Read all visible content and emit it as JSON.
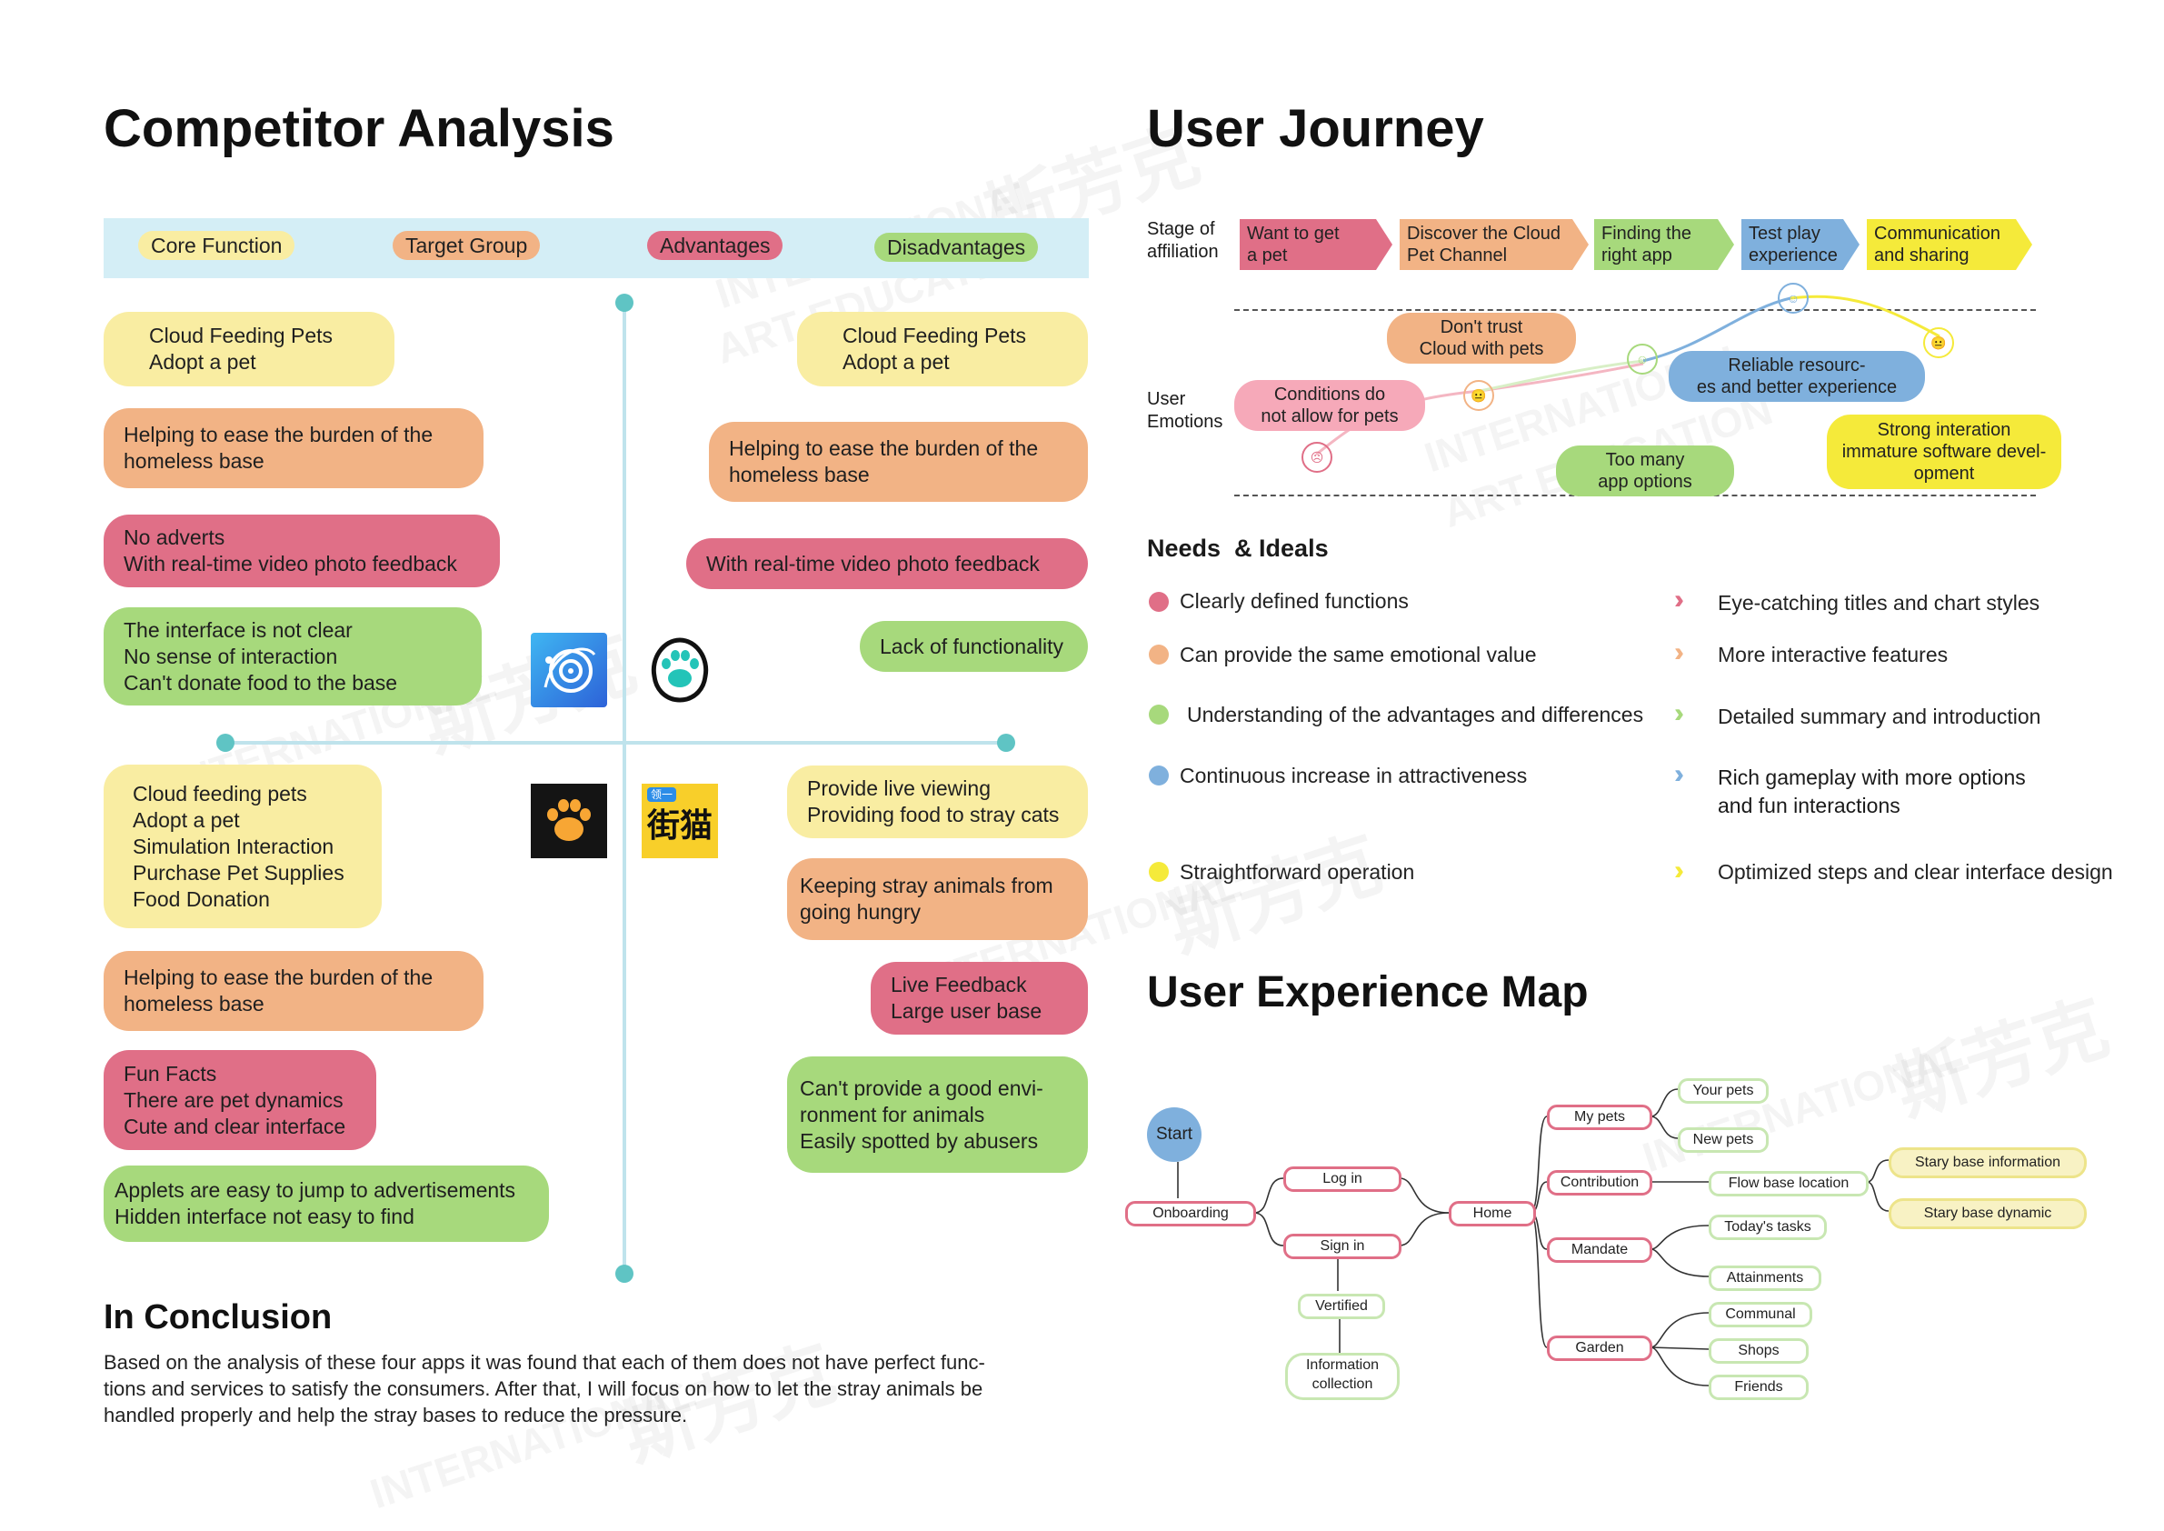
{
  "competitor": {
    "title": "Competitor Analysis",
    "header_tags": [
      "Core Function",
      "Target Group",
      "Advantages",
      "Disadvantages"
    ],
    "q1": [
      [
        "Cloud Feeding Pets",
        "Adopt a pet"
      ],
      [
        "Helping to ease the burden of the",
        "homeless base"
      ],
      [
        "No adverts",
        "With real-time video photo feedback"
      ],
      [
        "The interface is not clear",
        "No sense of interaction",
        "Can't donate food to the base"
      ]
    ],
    "q2": [
      [
        "Cloud Feeding Pets",
        "Adopt a pet"
      ],
      [
        "Helping to ease the burden of the",
        "homeless base"
      ],
      [
        "With real-time video photo feedback"
      ],
      [
        "Lack of functionality"
      ]
    ],
    "q3": [
      [
        "Cloud feeding pets",
        "Adopt a pet",
        "Simulation Interaction",
        "Purchase Pet Supplies",
        "Food Donation"
      ],
      [
        "Helping to ease the burden of the",
        "homeless base"
      ],
      [
        "Fun Facts",
        "There are pet dynamics",
        "Cute and clear interface"
      ],
      [
        "Applets are easy to jump to advertisements",
        "Hidden interface not easy to find"
      ]
    ],
    "q4": [
      [
        "Provide live viewing",
        "Providing food to stray cats"
      ],
      [
        "Keeping stray animals from",
        "going hungry"
      ],
      [
        "Live Feedback",
        "Large user base"
      ],
      [
        "Can't provide a good envi-",
        "ronment for animals",
        "Easily spotted by abusers"
      ]
    ],
    "app_logo_text": "街猫",
    "app_logo_badge": "领一"
  },
  "conclusion": {
    "title": "In Conclusion",
    "lines": [
      "Based on the analysis of these four apps it was found that each of them does not have perfect func-",
      "tions and services to satisfy the consumers. After that, I will focus on how to let the stray animals be",
      "handled properly and help the stray bases to reduce the pressure."
    ]
  },
  "journey": {
    "title": "User Journey",
    "stage_label": [
      "Stage of",
      "affiliation"
    ],
    "stages": [
      [
        "Want to get",
        "a pet"
      ],
      [
        "Discover the Cloud",
        "Pet Channel"
      ],
      [
        "Finding the",
        "right app"
      ],
      [
        "Test play",
        "experience"
      ],
      [
        "Communication",
        "and sharing"
      ]
    ],
    "stage_colors": [
      "#e06f87",
      "#f2b385",
      "#a7d97c",
      "#7fb0dd",
      "#f5ea3a"
    ],
    "emotions_label": [
      "User",
      "Emotions"
    ],
    "emotions": [
      [
        "Conditions do",
        "not allow for pets"
      ],
      [
        "Don't trust",
        "Cloud with pets"
      ],
      [
        "Too many",
        "app options"
      ],
      [
        "Reliable resourc-",
        "es and better experience"
      ],
      [
        "Strong interation",
        "immature software devel-",
        "opment"
      ]
    ]
  },
  "needs": {
    "title": "Needs  & Ideals",
    "items": [
      {
        "need": "Clearly defined functions",
        "ideal": [
          "Eye-catching titles and chart styles"
        ],
        "color": "#e06f87"
      },
      {
        "need": "Can provide the same emotional value",
        "ideal": [
          "More interactive features"
        ],
        "color": "#f2b385"
      },
      {
        "need": "Understanding of the advantages and differences",
        "ideal": [
          "Detailed summary and introduction"
        ],
        "color": "#a7d97c"
      },
      {
        "need": "Continuous increase in attractiveness",
        "ideal": [
          "Rich gameplay with more options",
          "and fun interactions"
        ],
        "color": "#7fb0dd"
      },
      {
        "need": "Straightforward operation",
        "ideal": [
          "Optimized steps and clear interface design"
        ],
        "color": "#f5ea3a"
      }
    ]
  },
  "uxmap": {
    "title": "User Experience Map",
    "start": "Start",
    "onboarding": "Onboarding",
    "login": "Log in",
    "signin": "Sign in",
    "verified": "Vertified",
    "info": [
      "Information",
      "collection"
    ],
    "home": "Home",
    "my_pets": "My pets",
    "contribution": "Contribution",
    "mandate": "Mandate",
    "garden": "Garden",
    "your_pets": "Your pets",
    "new_pets": "New pets",
    "flow": "Flow base location",
    "todays_tasks": "Today's tasks",
    "attainments": "Attainments",
    "communal": "Communal",
    "shops": "Shops",
    "friends": "Friends",
    "stary_info": "Stary base information",
    "stary_dynamic": "Stary base dynamic"
  },
  "watermark": {
    "text1": "INTERNATIONAL",
    "text2": "ART EDUCATION",
    "cn": "斯芳克"
  }
}
